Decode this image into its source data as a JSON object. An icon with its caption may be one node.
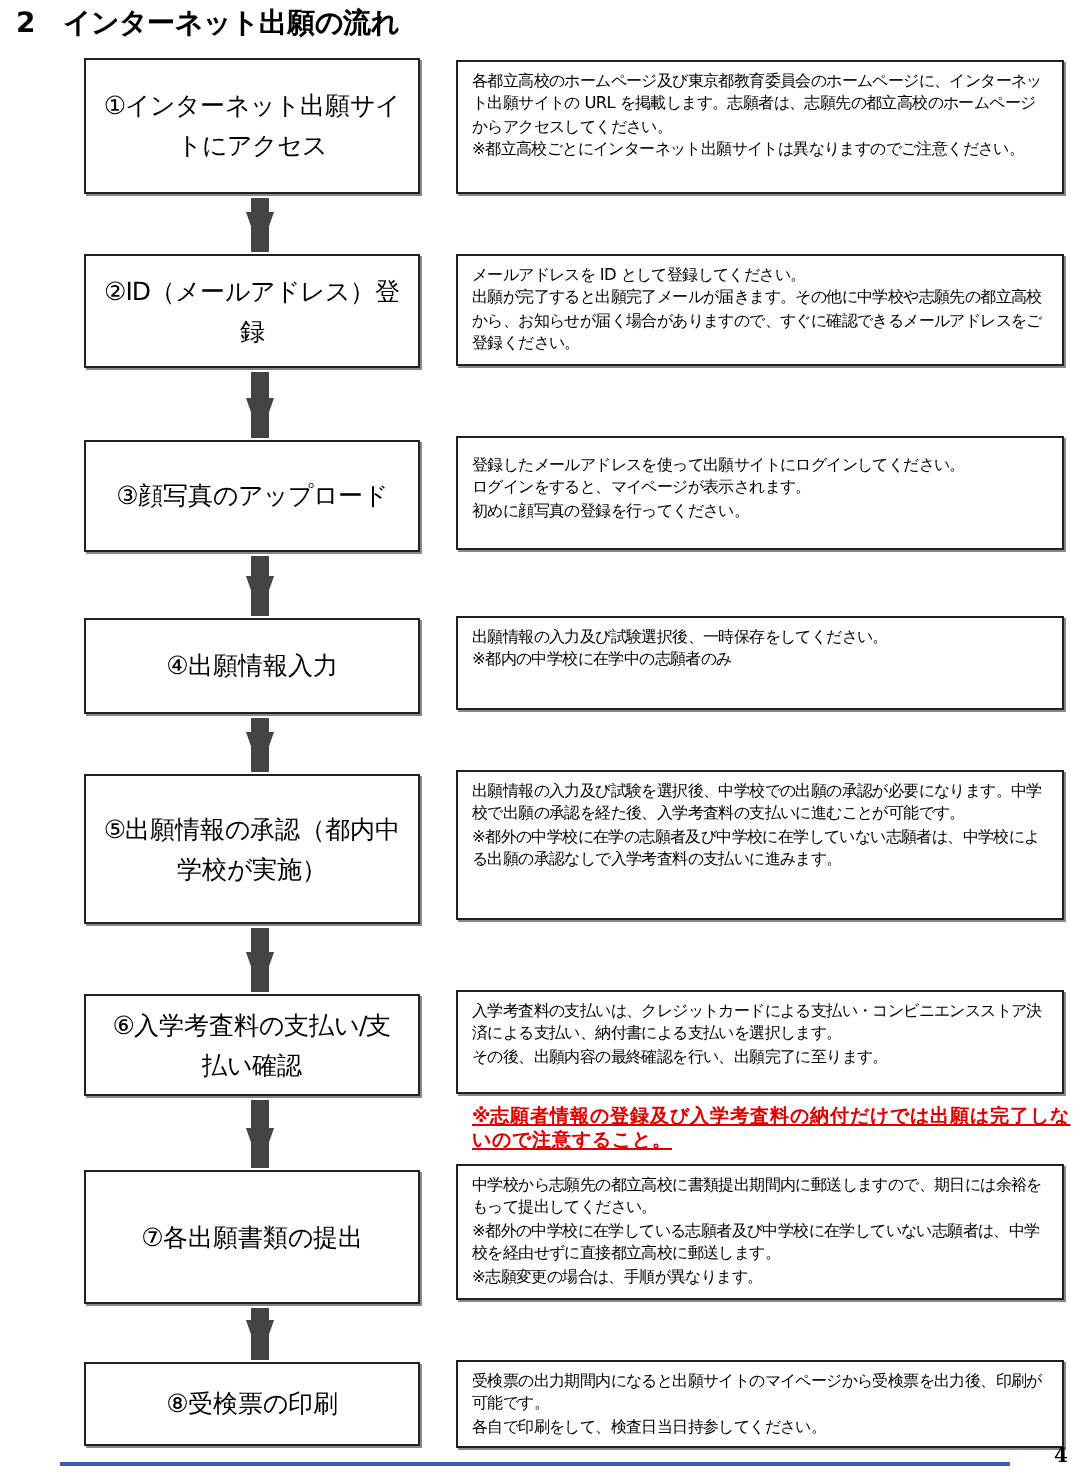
{
  "diagram": {
    "title": "2　インターネット出願の流れ",
    "nodes": [
      {
        "text": [
          "①インターネット出願サイトにアクセス"
        ]
      },
      {
        "text": [
          "各都立高校のホームページ及び東京都教育委員会のホームページに、インターネット出願サイトの URL を掲載します。志願者は、志願先の都立高校のホームページからアクセスしてください。",
          "※都立高校ごとにインターネット出願サイトは異なりますのでご注意ください。"
        ]
      },
      {
        "text": [
          "②ID（メールアドレス）登録"
        ]
      },
      {
        "text": [
          "メールアドレスを ID として登録してください。",
          "出願が完了すると出願完了メールが届きます。その他に中学校や志願先の都立高校から、お知らせが届く場合がありますので、すぐに確認できるメールアドレスをご登録ください。"
        ]
      },
      {
        "text": [
          "③顔写真のアップロード"
        ]
      },
      {
        "text": [
          "登録したメールアドレスを使って出願サイトにログインしてください。",
          "ログインをすると、マイページが表示されます。",
          "初めに顔写真の登録を行ってください。"
        ]
      },
      {
        "text": [
          "④出願情報入力"
        ]
      },
      {
        "text": [
          "出願情報の入力及び試験選択後、一時保存をしてください。",
          "※都内の中学校に在学中の志願者のみ"
        ]
      },
      {
        "text": [
          "⑤出願情報の承認（都内中学校が実施）"
        ]
      },
      {
        "text": [
          "出願情報の入力及び試験を選択後、中学校での出願の承認が必要になります。中学校で出願の承認を経た後、入学考査料の支払いに進むことが可能です。",
          "※都外の中学校に在学の志願者及び中学校に在学していない志願者は、中学校による出願の承認なしで入学考査料の支払いに進みます。"
        ]
      },
      {
        "text": [
          "⑥入学考査料の支払い/支払い確認"
        ]
      },
      {
        "text": [
          "入学考査料の支払いは、クレジットカードによる支払い・コンビニエンスストア決済による支払い、納付書による支払いを選択します。",
          "その後、出願内容の最終確認を行い、出願完了に至ります。"
        ]
      },
      {
        "text": [
          "⑦各出願書類の提出"
        ]
      },
      {
        "text": [
          "中学校から志願先の都立高校に書類提出期間内に郵送しますので、期日には余裕をもって提出してください。",
          "※都外の中学校に在学している志願者及び中学校に在学していない志願者は、中学校を経由せずに直接都立高校に郵送します。",
          "※志願変更の場合は、手順が異なります。"
        ]
      },
      {
        "text": [
          "⑧受検票の印刷"
        ]
      },
      {
        "text": [
          "受検票の出力期間内になると出願サイトのマイページから受検票を出力後、印刷が可能です。",
          "各自で印刷をして、検査日当日持参してください。"
        ]
      }
    ],
    "edges": [
      {
        "from": 0,
        "to": 2,
        "arrow": "to"
      },
      {
        "from": 2,
        "to": 4,
        "arrow": "to"
      },
      {
        "from": 4,
        "to": 6,
        "arrow": "to"
      },
      {
        "from": 6,
        "to": 8,
        "arrow": "to"
      },
      {
        "from": 8,
        "to": 10,
        "arrow": "to"
      },
      {
        "from": 10,
        "to": 12,
        "arrow": "to"
      },
      {
        "from": 12,
        "to": 14,
        "arrow": "to"
      }
    ],
    "labels": [
      "※志願者情報の登録及び入学考査料の納付だけでは出願は完了しないので注意すること。",
      "4"
    ]
  }
}
